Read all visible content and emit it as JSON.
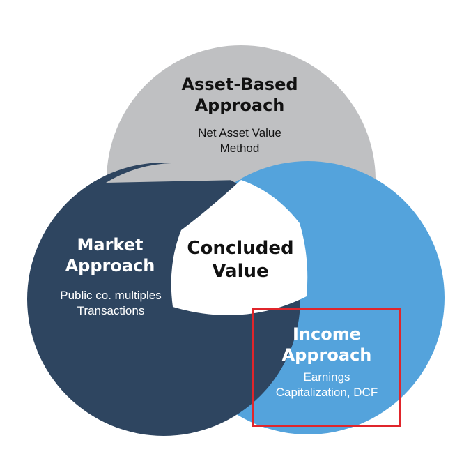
{
  "colors": {
    "asset_circle": "#bfc0c2",
    "market_circle": "#2e4560",
    "income_circle": "#54a3dc",
    "center": "#ffffff",
    "highlight_border": "#e0252b",
    "dark_text": "#111111",
    "light_text": "#ffffff"
  },
  "asset": {
    "title_line1": "Asset-Based",
    "title_line2": "Approach",
    "desc_line1": "Net Asset Value",
    "desc_line2": "Method"
  },
  "market": {
    "title_line1": "Market",
    "title_line2": "Approach",
    "desc_line1": "Public co. multiples",
    "desc_line2": "Transactions"
  },
  "income": {
    "title_line1": "Income",
    "title_line2": "Approach",
    "desc_line1": "Earnings",
    "desc_line2": "Capitalization, DCF"
  },
  "center": {
    "line1": "Concluded",
    "line2": "Value"
  }
}
